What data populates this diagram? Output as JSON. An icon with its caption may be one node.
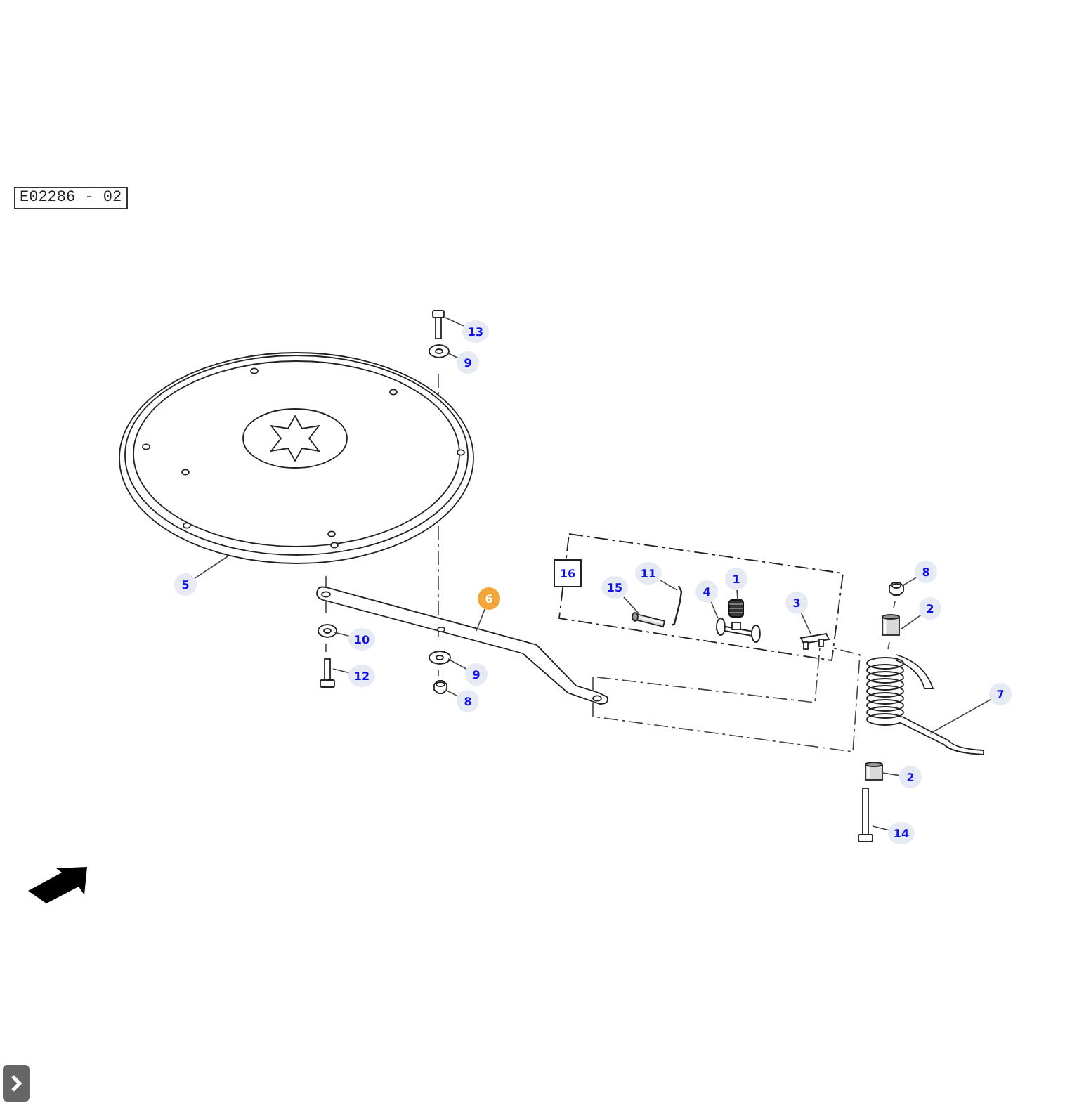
{
  "diagram": {
    "nodes": [
      {
        "text": [
          "13"
        ]
      },
      {
        "text": [],
        "shape": "picture"
      },
      {
        "text": [
          "9"
        ]
      },
      {
        "text": [],
        "shape": "picture"
      },
      {
        "text": [
          "8"
        ]
      },
      {
        "text": [],
        "shape": "picture"
      },
      {
        "text": [
          "16"
        ]
      },
      {
        "text": [
          "11"
        ],
        "in": 6
      },
      {
        "text": [],
        "shape": "picture",
        "in": 6
      },
      {
        "text": [
          "1"
        ],
        "in": 6
      },
      {
        "text": [],
        "shape": "picture",
        "in": 6
      },
      {
        "text": [
          "15"
        ],
        "in": 6
      },
      {
        "text": [],
        "shape": "picture",
        "in": 6
      },
      {
        "text": [
          "4"
        ],
        "in": 6
      },
      {
        "text": [],
        "shape": "picture",
        "in": 6
      },
      {
        "text": [
          "3"
        ],
        "in": 6
      },
      {
        "text": [],
        "shape": "picture",
        "in": 6
      },
      {
        "text": [
          "5"
        ]
      },
      {
        "text": [],
        "shape": "picture"
      },
      {
        "text": [
          "6"
        ]
      },
      {
        "text": [],
        "shape": "picture"
      },
      {
        "text": [
          "2"
        ]
      },
      {
        "text": [],
        "shape": "picture"
      },
      {
        "text": [
          "10"
        ]
      },
      {
        "text": [],
        "shape": "picture"
      },
      {
        "text": [
          "12"
        ]
      },
      {
        "text": [],
        "shape": "picture"
      },
      {
        "text": [
          "9"
        ]
      },
      {
        "text": [],
        "shape": "picture"
      },
      {
        "text": [
          "7"
        ]
      },
      {
        "text": [],
        "shape": "picture"
      },
      {
        "text": [
          "8"
        ]
      },
      {
        "text": [],
        "shape": "picture"
      },
      {
        "text": [
          "2"
        ]
      },
      {
        "text": [],
        "shape": "picture"
      },
      {
        "text": [
          "14"
        ]
      },
      {
        "text": [],
        "shape": "picture"
      }
    ],
    "edges": [
      {
        "from": 0,
        "to": 1,
        "arrow": "none"
      },
      {
        "from": 2,
        "to": 3,
        "arrow": "none"
      },
      {
        "from": 4,
        "to": 5,
        "arrow": "none"
      },
      {
        "from": 7,
        "to": 8,
        "arrow": "none"
      },
      {
        "from": 9,
        "to": 10,
        "arrow": "none"
      },
      {
        "from": 11,
        "to": 12,
        "arrow": "none"
      },
      {
        "from": 13,
        "to": 14,
        "arrow": "none"
      },
      {
        "from": 15,
        "to": 16,
        "arrow": "none"
      },
      {
        "from": 17,
        "to": 18,
        "arrow": "none"
      },
      {
        "from": 19,
        "to": 20,
        "arrow": "none"
      },
      {
        "from": 21,
        "to": 22,
        "arrow": "none"
      },
      {
        "from": 23,
        "to": 24,
        "arrow": "none"
      },
      {
        "from": 25,
        "to": 26,
        "arrow": "none"
      },
      {
        "from": 27,
        "to": 28,
        "arrow": "none"
      },
      {
        "from": 29,
        "to": 30,
        "arrow": "none"
      },
      {
        "from": 31,
        "to": 32,
        "arrow": "none"
      },
      {
        "from": 33,
        "to": 34,
        "arrow": "none"
      },
      {
        "from": 35,
        "to": 36,
        "arrow": "none"
      }
    ],
    "labels": [
      "E02286 - 02"
    ]
  }
}
